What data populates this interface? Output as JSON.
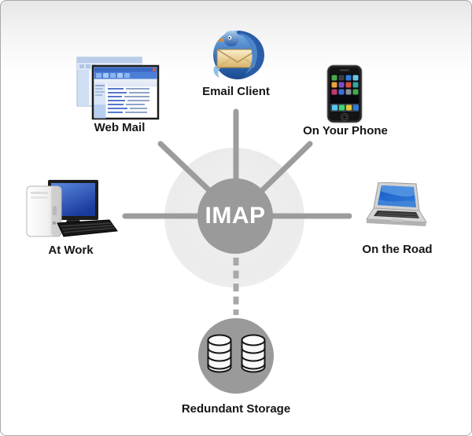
{
  "diagram": {
    "title_context": "IMAP access diagram",
    "hub": {
      "label": "IMAP"
    },
    "nodes": [
      {
        "id": "email-client",
        "label": "Email Client",
        "icon": "thunderbird-icon",
        "position": "top",
        "connection": "solid"
      },
      {
        "id": "web-mail",
        "label": "Web Mail",
        "icon": "webmail-windows-icon",
        "position": "upper-left",
        "connection": "solid"
      },
      {
        "id": "on-your-phone",
        "label": "On Your Phone",
        "icon": "iphone-icon",
        "position": "upper-right",
        "connection": "solid"
      },
      {
        "id": "at-work",
        "label": "At Work",
        "icon": "desktop-computer-icon",
        "position": "left",
        "connection": "solid"
      },
      {
        "id": "on-the-road",
        "label": "On the Road",
        "icon": "laptop-icon",
        "position": "right",
        "connection": "solid"
      },
      {
        "id": "redundant-storage",
        "label": "Redundant Storage",
        "icon": "database-cylinders-icon",
        "position": "bottom",
        "connection": "dashed"
      }
    ],
    "colors": {
      "hub_circle": "#9a9a9a",
      "hub_text": "#ffffff",
      "spoke_line": "#9c9c9c",
      "dashed_line": "#a8a8a8",
      "storage_circle": "#9a9a9a",
      "label_text": "#151515"
    }
  }
}
